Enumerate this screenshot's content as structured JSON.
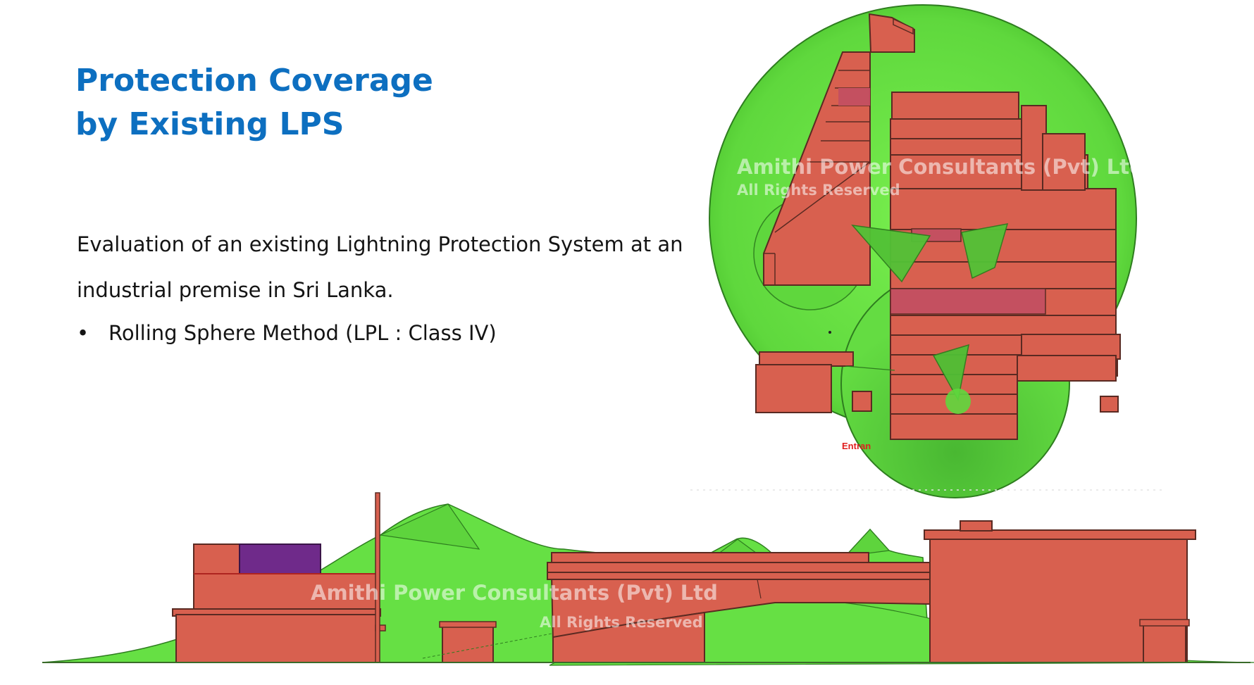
{
  "slide": {
    "title_line1": "Protection Coverage",
    "title_line2": "by Existing LPS",
    "description": "Evaluation of an existing Lightning Protection System at an industrial premise in Sri Lanka.",
    "bullet": "Rolling Sphere Method (LPL : Class IV)"
  },
  "plan_view": {
    "watermark_line1": "Amithi Power Consultants (Pvt) Ltd",
    "watermark_line2": "All Rights Reserved",
    "label_entrance": "Entran"
  },
  "elevation_view": {
    "watermark_line1": "Amithi Power Consultants (Pvt) Ltd",
    "watermark_line2": "All Rights Reserved"
  },
  "colors": {
    "title": "#0d6fc0",
    "building": "#d8604f",
    "protection_zone": "#66e044",
    "highlight_block": "#6f2a8a",
    "label_red": "#e02020"
  }
}
